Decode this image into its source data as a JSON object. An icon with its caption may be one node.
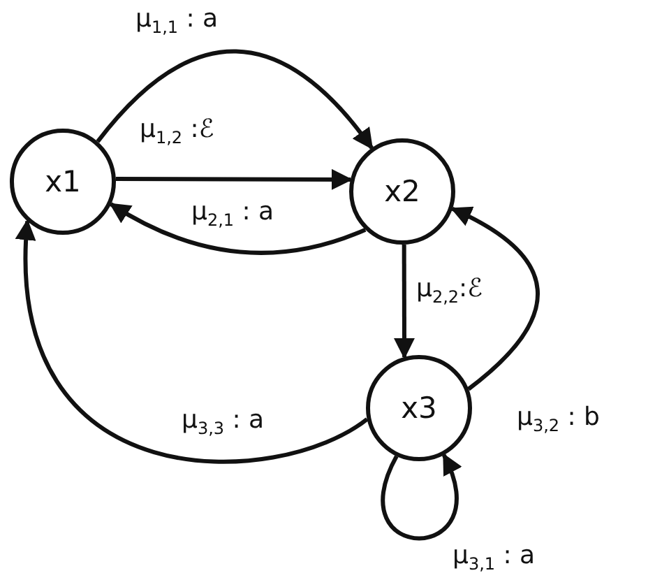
{
  "diagram": {
    "nodes": [
      {
        "text": [
          "x1"
        ]
      },
      {
        "text": [
          "x2"
        ]
      },
      {
        "text": [
          "x3"
        ]
      }
    ],
    "edges": [
      {
        "from": 0,
        "to": 1,
        "arrow": "to",
        "label": "μ$_{1,1}$ : a"
      },
      {
        "from": 0,
        "to": 1,
        "arrow": "to",
        "label": "μ$_{1,2}$ :ℰ"
      },
      {
        "from": 1,
        "to": 0,
        "arrow": "to",
        "label": "μ$_{2,1}$ : a"
      },
      {
        "from": 1,
        "to": 2,
        "arrow": "to",
        "label": "μ$_{2,2}$:ℰ"
      },
      {
        "from": 2,
        "to": 1,
        "arrow": "to",
        "label": "μ$_{3,2}$ : b"
      },
      {
        "from": 2,
        "to": 0,
        "arrow": "to",
        "label": "μ$_{3,3}$ : a"
      },
      {
        "from": 2,
        "to": 2,
        "arrow": "to",
        "label": "μ$_{3,1}$ : a"
      }
    ]
  }
}
